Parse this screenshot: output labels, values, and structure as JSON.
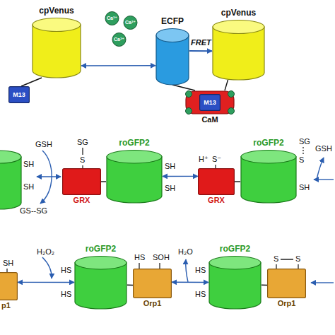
{
  "diagram": {
    "nodes": [
      {
        "text": [
          "cpVenus"
        ]
      },
      {
        "text": [
          "M13"
        ]
      },
      {
        "text": [
          "Ca²⁺"
        ]
      },
      {
        "text": [
          "Ca²⁺"
        ]
      },
      {
        "text": [
          "Ca²⁺"
        ]
      },
      {
        "text": [
          "ECFP"
        ]
      },
      {
        "text": [
          "cpVenus"
        ]
      },
      {
        "text": [
          "CaM"
        ]
      },
      {
        "text": [
          "M13"
        ],
        "in": 7
      },
      {
        "text": [
          "GRX"
        ]
      },
      {
        "text": [
          "roGFP2"
        ]
      },
      {
        "text": [
          "GRX"
        ]
      },
      {
        "text": [
          "roGFP2"
        ]
      },
      {
        "text": [
          "p1"
        ]
      },
      {
        "text": [
          "roGFP2"
        ]
      },
      {
        "text": [
          "Orp1"
        ]
      },
      {
        "text": [
          "roGFP2"
        ]
      },
      {
        "text": [
          "Orp1"
        ]
      }
    ],
    "edges": [
      {
        "from": 1,
        "to": 0,
        "arrow": "none"
      },
      {
        "from": 0,
        "to": 5,
        "arrow": "both"
      },
      {
        "from": 5,
        "to": 6,
        "label": "FRET",
        "arrow": "to"
      },
      {
        "from": 5,
        "to": 7,
        "arrow": "none"
      },
      {
        "from": 6,
        "to": 7,
        "arrow": "none"
      },
      {
        "from": 9,
        "to": 10,
        "arrow": "none"
      },
      {
        "from": 10,
        "to": 11,
        "arrow": "both"
      },
      {
        "from": 11,
        "to": 12,
        "arrow": "none"
      },
      {
        "from": 13,
        "to": 14,
        "arrow": "both"
      },
      {
        "from": 14,
        "to": 15,
        "arrow": "none"
      },
      {
        "from": 15,
        "to": 16,
        "arrow": "both"
      },
      {
        "from": 16,
        "to": 17,
        "arrow": "none"
      }
    ],
    "labels": [
      "SH",
      "SH",
      "GSH",
      "GS--SG",
      "SG",
      "S",
      "SH",
      "SH",
      "H⁺",
      "S⁻",
      "SG",
      "S",
      "SH",
      "GSH",
      "SH",
      "H₂O₂",
      "HS",
      "HS",
      "HS",
      "SOH",
      "H₂O",
      "HS",
      "HS",
      "S",
      "S"
    ]
  }
}
